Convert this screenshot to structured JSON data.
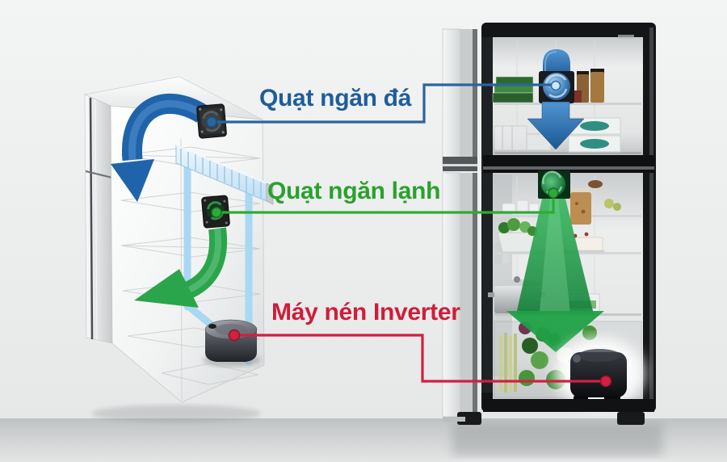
{
  "scene": {
    "description": "Refrigerator dual-fan cooling airflow diagram",
    "background_top": "#f2f3f3",
    "background_bottom": "#e6e8e8",
    "floor_color": "#c9cccd"
  },
  "annotations": {
    "freezer_fan": {
      "label": "Quạt ngăn đá",
      "text_color": "#1f5d9c",
      "line_color": "#2a659f"
    },
    "fridge_fan": {
      "label": "Quạt ngăn lạnh",
      "text_color": "#2aa12d",
      "line_color": "#2faa35"
    },
    "compressor": {
      "label": "Máy nén Inverter",
      "text_color": "#ce1e39",
      "line_color": "#d22040"
    }
  },
  "airflow": {
    "freezer_arrow_color": "#1f64ab",
    "fridge_arrow_color": "#2ba54b",
    "coolant_tube_color": "#a9d8f2"
  }
}
